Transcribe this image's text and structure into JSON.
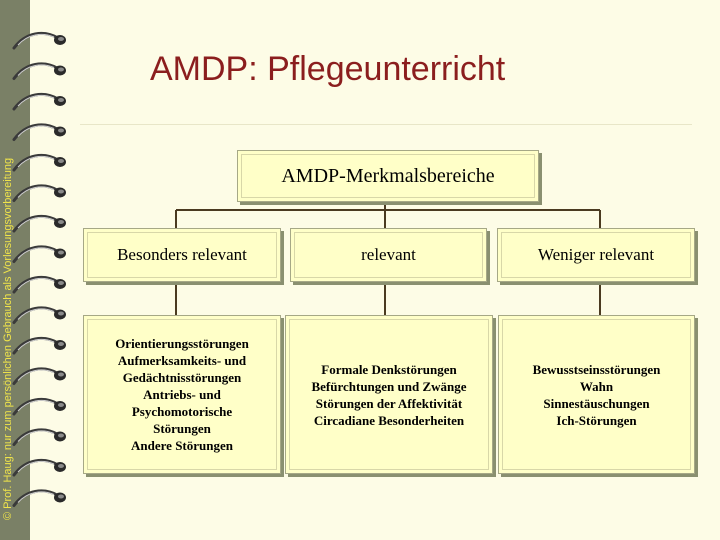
{
  "side_text": "© Prof. Haug: nur zum persönlichen Gebrauch als Vorlesungsvorbereitung",
  "title": "AMDP: Pflegeunterricht",
  "root": "AMDP-Merkmalsbereiche",
  "categories": [
    {
      "label": "Besonders relevant",
      "items": [
        "Orientierungsstörungen",
        "Aufmerksamkeits- und",
        "Gedächtnisstörungen",
        "Antriebs- und",
        "Psychomotorische",
        "Störungen",
        "Andere Störungen"
      ]
    },
    {
      "label": "relevant",
      "items": [
        "Formale Denkstörungen",
        "Befürchtungen und Zwänge",
        "Störungen der Affektivität",
        "Circadiane Besonderheiten"
      ]
    },
    {
      "label": "Weniger relevant",
      "items": [
        "Bewusstseinsstörungen",
        "Wahn",
        "Sinnestäuschungen",
        "Ich-Störungen"
      ]
    }
  ],
  "colors": {
    "background": "#fdfce6",
    "side_band": "#7a8066",
    "side_text": "#f0e44a",
    "title": "#8b1e1e",
    "box_fill": "#ffffc8",
    "box_shadow": "#8a9070",
    "connector": "#4a3a20"
  },
  "icons": [
    "spiral-binding-ring-icon"
  ]
}
